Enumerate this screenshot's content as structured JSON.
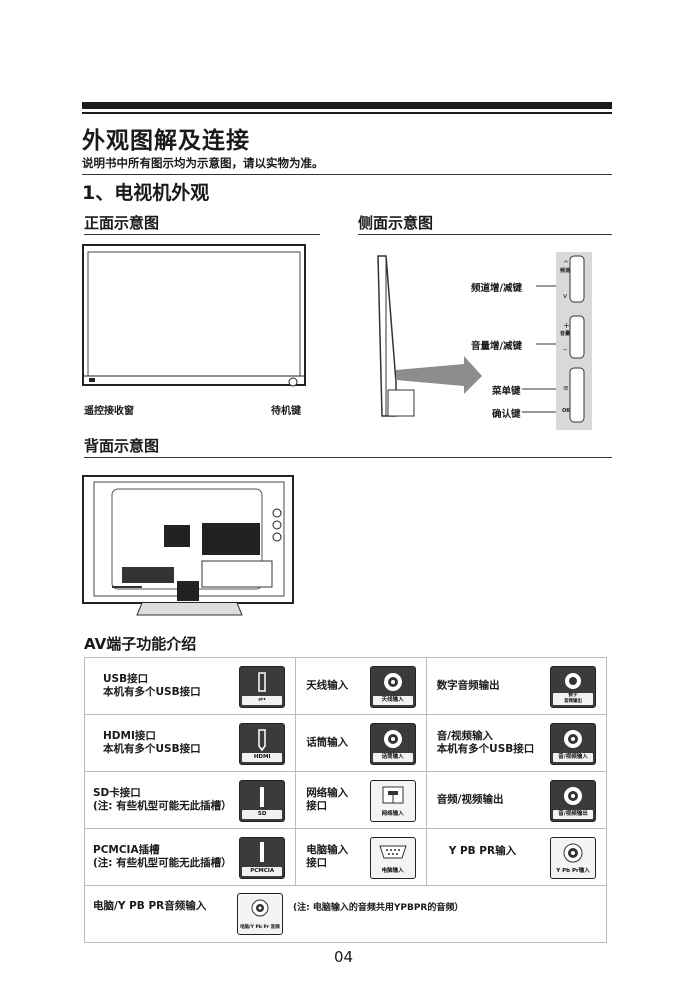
{
  "header": {
    "title": "外观图解及连接",
    "note": "说明书中所有图示均为示意图，请以实物为准。"
  },
  "section1": {
    "title": "1、电视机外观"
  },
  "front": {
    "title": "正面示意图",
    "remote_sensor": "遥控接收窗",
    "standby": "待机键"
  },
  "side": {
    "title": "侧面示意图",
    "channel_key": "频道增/减键",
    "volume_key": "音量增/减键",
    "menu_key": "菜单键",
    "confirm_key": "确认键",
    "btn_channel_caption": "频道",
    "btn_volume_caption": "音量",
    "btn_ok_caption": "OK"
  },
  "back": {
    "title": "背面示意图"
  },
  "av": {
    "title": "AV端子功能介绍",
    "rows": [
      [
        {
          "text": "USB接口\n本机有多个USB接口",
          "icon": "usb-icon",
          "caption": ""
        },
        {
          "text": "天线输入",
          "icon": "antenna-icon",
          "caption": "天线输入"
        },
        {
          "text": "数字音频输出",
          "icon": "coax-icon",
          "caption": "数字\n音频输出"
        }
      ],
      [
        {
          "text": "HDMI接口\n本机有多个USB接口",
          "icon": "hdmi-icon",
          "caption": "HDMI"
        },
        {
          "text": "话筒输入",
          "icon": "mic-icon",
          "caption": "话筒输入"
        },
        {
          "text": "音/视频输入\n本机有多个USB接口",
          "icon": "av-in-icon",
          "caption": "音/视频输入"
        }
      ],
      [
        {
          "text": "SD卡接口\n(注: 有些机型可能无此插槽）",
          "icon": "sd-icon",
          "caption": "SD"
        },
        {
          "text": "网络输入\n接口",
          "icon": "network-icon",
          "caption": "网络输入"
        },
        {
          "text": "音频/视频输出",
          "icon": "av-out-icon",
          "caption": "音/视频输出"
        }
      ],
      [
        {
          "text": "PCMCIA插槽\n(注: 有些机型可能无此插槽）",
          "icon": "pcmcia-icon",
          "caption": "PCMCIA"
        },
        {
          "text": "电脑输入\n接口",
          "icon": "vga-icon",
          "caption": "电脑输入"
        },
        {
          "text": "Y PB PR输入",
          "icon": "ypbpr-icon",
          "caption": "Y Pb Pr输入"
        }
      ]
    ],
    "last": {
      "label": "电脑/Y PB PR音频输入",
      "caption": "电脑/Y Pb Pr 音频输入",
      "note": "(注: 电脑输入的音频共用YPBPR的音频）"
    }
  },
  "page_number": "04"
}
